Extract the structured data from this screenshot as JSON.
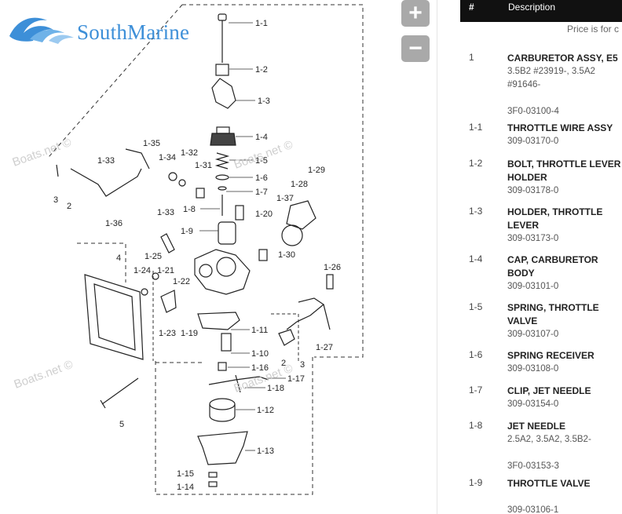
{
  "brand": {
    "name": "SouthMarine"
  },
  "watermarks": {
    "text": "Boats.net ©"
  },
  "zoom": {
    "in_label": "+",
    "out_label": "−"
  },
  "parts_table": {
    "header": {
      "number": "#",
      "description": "Description"
    },
    "price_note": "Price is for c",
    "rows": [
      {
        "num": "1",
        "title": "CARBURETOR ASSY, E5",
        "note": "3.5B2 #23919-, 3.5A2 #91646-",
        "part": "3F0-03100-4"
      },
      {
        "num": "1-1",
        "title": "THROTTLE WIRE ASSY",
        "note": "",
        "part": "309-03170-0"
      },
      {
        "num": "1-2",
        "title": "BOLT, THROTTLE LEVER HOLDER",
        "note": "",
        "part": "309-03178-0"
      },
      {
        "num": "1-3",
        "title": "HOLDER, THROTTLE LEVER",
        "note": "",
        "part": "309-03173-0"
      },
      {
        "num": "1-4",
        "title": "CAP, CARBURETOR BODY",
        "note": "",
        "part": "309-03101-0"
      },
      {
        "num": "1-5",
        "title": "SPRING, THROTTLE VALVE",
        "note": "",
        "part": "309-03107-0"
      },
      {
        "num": "1-6",
        "title": "SPRING RECEIVER",
        "note": "",
        "part": "309-03108-0"
      },
      {
        "num": "1-7",
        "title": "CLIP, JET NEEDLE",
        "note": "",
        "part": "309-03154-0"
      },
      {
        "num": "1-8",
        "title": "JET NEEDLE",
        "note": "2.5A2, 3.5A2, 3.5B2-",
        "part": "3F0-03153-3"
      },
      {
        "num": "1-9",
        "title": "THROTTLE VALVE",
        "note": "",
        "part": "309-03106-1"
      }
    ]
  },
  "diagram": {
    "labels": [
      {
        "id": "1-1",
        "text": "1-1"
      },
      {
        "id": "1-2",
        "text": "1-2"
      },
      {
        "id": "1-3",
        "text": "1-3"
      },
      {
        "id": "1-4",
        "text": "1-4"
      },
      {
        "id": "1-5",
        "text": "1-5"
      },
      {
        "id": "1-6",
        "text": "1-6"
      },
      {
        "id": "1-7",
        "text": "1-7"
      },
      {
        "id": "1-8",
        "text": "1-8"
      },
      {
        "id": "1-9",
        "text": "1-9"
      },
      {
        "id": "1-10",
        "text": "1-10"
      },
      {
        "id": "1-11",
        "text": "1-11"
      },
      {
        "id": "1-12",
        "text": "1-12"
      },
      {
        "id": "1-13",
        "text": "1-13"
      },
      {
        "id": "1-14",
        "text": "1-14"
      },
      {
        "id": "1-15",
        "text": "1-15"
      },
      {
        "id": "1-16",
        "text": "1-16"
      },
      {
        "id": "1-17",
        "text": "1-17"
      },
      {
        "id": "1-18",
        "text": "1-18"
      },
      {
        "id": "1-19",
        "text": "1-19"
      },
      {
        "id": "1-20",
        "text": "1-20"
      },
      {
        "id": "1-21",
        "text": "1-21"
      },
      {
        "id": "1-22",
        "text": "1-22"
      },
      {
        "id": "1-23",
        "text": "1-23"
      },
      {
        "id": "1-24",
        "text": "1-24"
      },
      {
        "id": "1-25",
        "text": "1-25"
      },
      {
        "id": "1-26",
        "text": "1-26"
      },
      {
        "id": "1-27",
        "text": "1-27"
      },
      {
        "id": "1-28",
        "text": "1-28"
      },
      {
        "id": "1-29",
        "text": "1-29"
      },
      {
        "id": "1-30",
        "text": "1-30"
      },
      {
        "id": "1-31",
        "text": "1-31"
      },
      {
        "id": "1-32",
        "text": "1-32"
      },
      {
        "id": "1-33a",
        "text": "1-33"
      },
      {
        "id": "1-33b",
        "text": "1-33"
      },
      {
        "id": "1-34",
        "text": "1-34"
      },
      {
        "id": "1-35",
        "text": "1-35"
      },
      {
        "id": "1-36",
        "text": "1-36"
      },
      {
        "id": "1-37",
        "text": "1-37"
      },
      {
        "id": "2a",
        "text": "2"
      },
      {
        "id": "2b",
        "text": "2"
      },
      {
        "id": "3a",
        "text": "3"
      },
      {
        "id": "3b",
        "text": "3"
      },
      {
        "id": "4",
        "text": "4"
      },
      {
        "id": "5",
        "text": "5"
      }
    ]
  }
}
